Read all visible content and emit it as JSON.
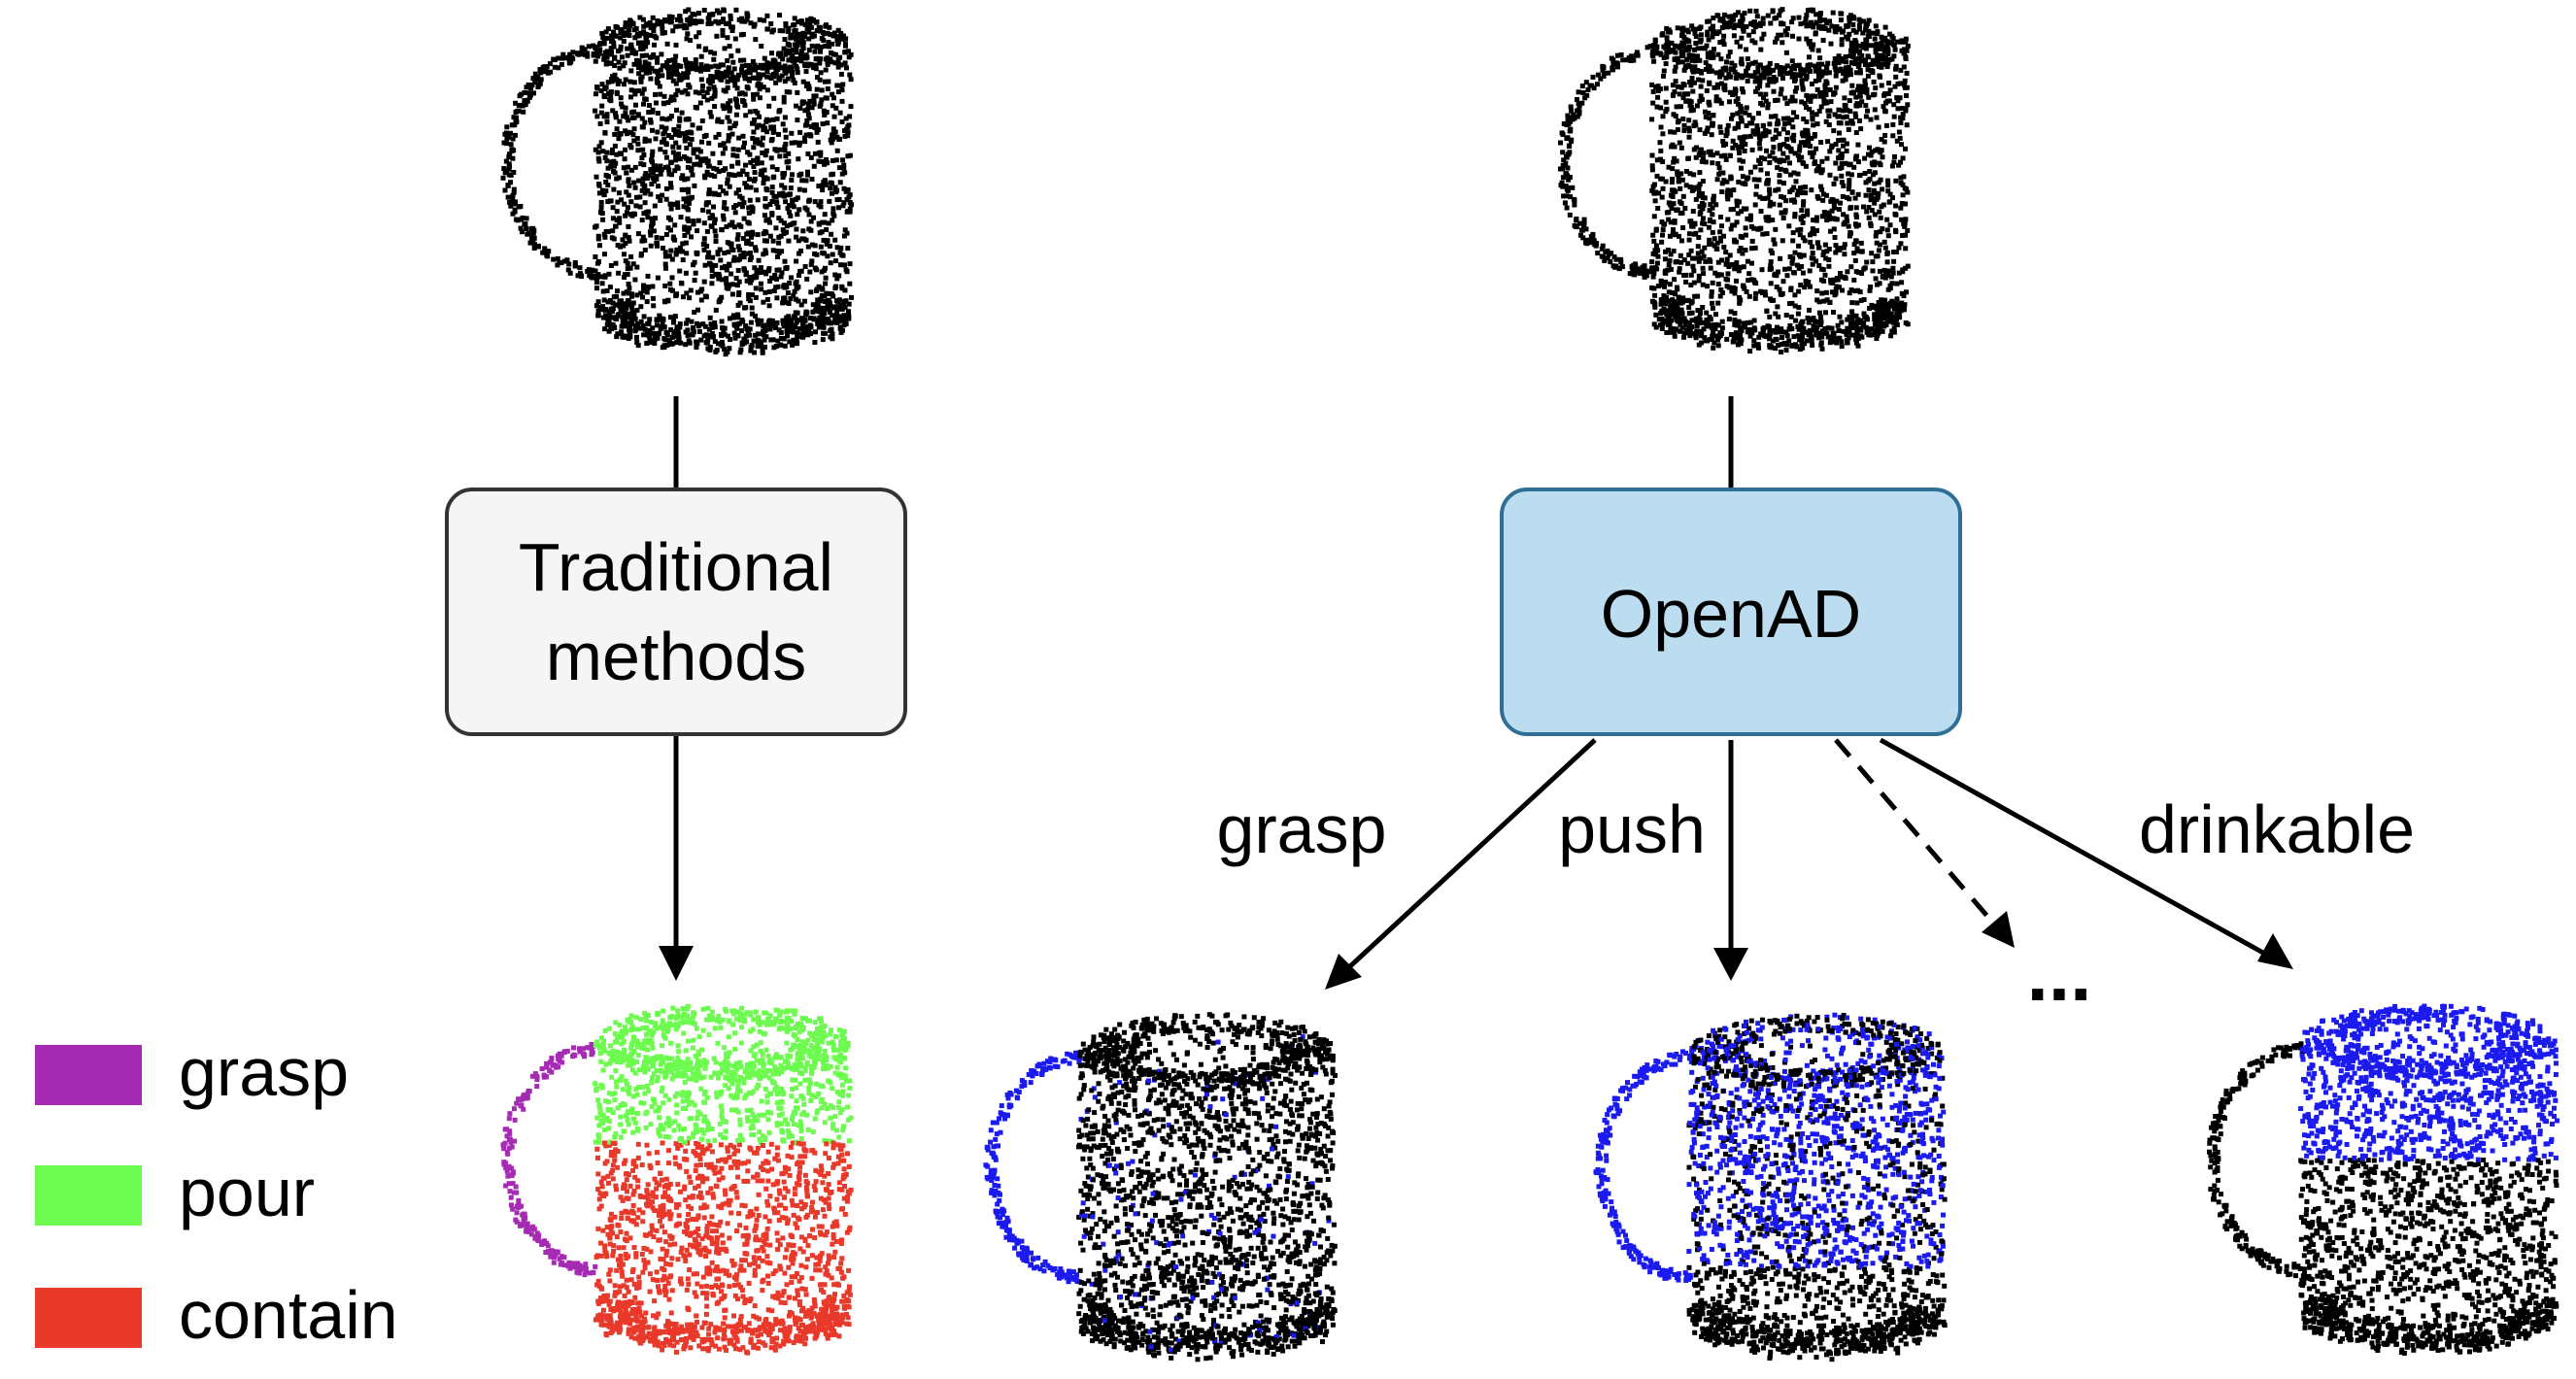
{
  "boxes": {
    "traditional": {
      "line1": "Traditional",
      "line2": "methods",
      "fill": "#f5f5f5",
      "stroke": "#333333"
    },
    "openad": {
      "label": "OpenAD",
      "fill": "#bcdcef",
      "stroke": "#2f6f96"
    }
  },
  "edge_labels": {
    "grasp": "grasp",
    "push": "push",
    "drinkable": "drinkable",
    "ellipsis": "..."
  },
  "legend": [
    {
      "label": "grasp",
      "color": "#a52bb3"
    },
    {
      "label": "pour",
      "color": "#6dfb4f"
    },
    {
      "label": "contain",
      "color": "#e8392a"
    }
  ],
  "colors": {
    "point_default": "#000000",
    "highlight": "#1b1bf0"
  }
}
